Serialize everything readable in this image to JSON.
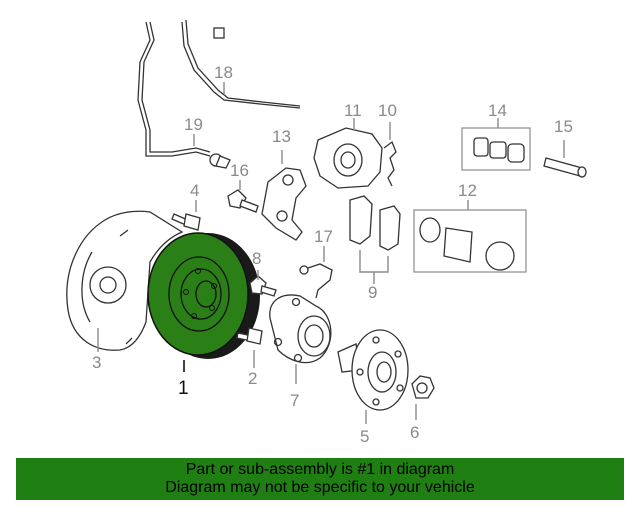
{
  "diagram": {
    "highlight_color": "#2a7f16",
    "labels": {
      "p1": "1",
      "p2": "2",
      "p3": "3",
      "p4": "4",
      "p5": "5",
      "p6": "6",
      "p7": "7",
      "p8": "8",
      "p9": "9",
      "p10": "10",
      "p11": "11",
      "p12": "12",
      "p13": "13",
      "p14": "14",
      "p15": "15",
      "p16": "16",
      "p17": "17",
      "p18": "18",
      "p19": "19"
    }
  },
  "banner": {
    "line1": "Part or sub-assembly is #1 in diagram",
    "line2": "Diagram may not be specific to your vehicle",
    "color": "#1f7f13"
  }
}
